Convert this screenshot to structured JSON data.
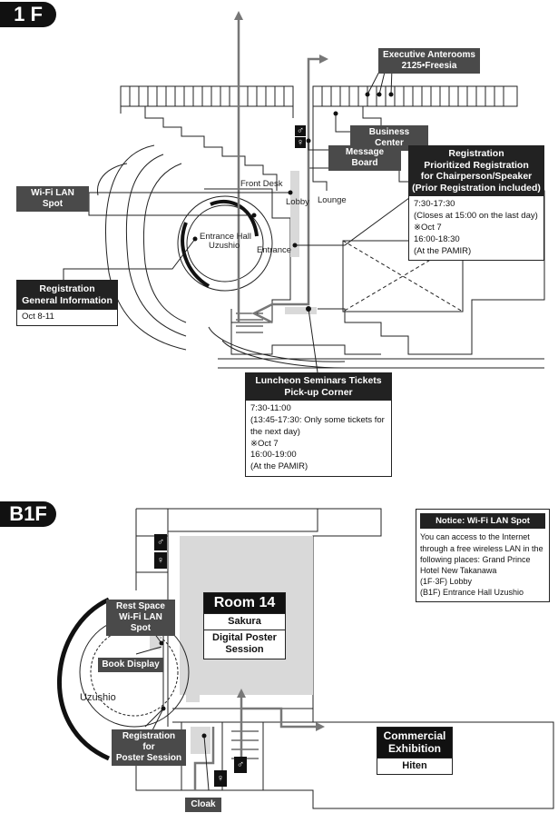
{
  "floor_1f": {
    "badge": "1 F",
    "labels": {
      "front_desk": "Front Desk",
      "lobby": "Lobby",
      "lounge": "Lounge",
      "entrance_hall": "Entrance Hall",
      "uzushio": "Uzushio",
      "entrance": "Entrance"
    },
    "executive_anterooms": "Executive Anterooms 2125•Freesia",
    "business_center": "Business Center",
    "message_board": "Message Board",
    "wifi_spot": "Wi-Fi LAN Spot",
    "registration_general": {
      "title_line1": "Registration",
      "title_line2": "General Information",
      "dates": "Oct 8-11"
    },
    "registration_prioritized": {
      "title_line1": "Registration",
      "title_line2": "Prioritized Registration",
      "title_line3": "for Chairperson/Speaker",
      "title_line4": "(Prior Registration included)",
      "lines": [
        "7:30-17:30",
        "(Closes at 15:00 on the last day)",
        "※Oct 7",
        "16:00-18:30",
        "(At the PAMIR)"
      ]
    },
    "luncheon": {
      "title_line1": "Luncheon Seminars Tickets",
      "title_line2": "Pick-up Corner",
      "lines": [
        "7:30-11:00",
        "(13:45-17:30: Only some tickets for",
        "the next day)",
        "※Oct 7",
        "16:00-19:00",
        "(At the PAMIR)"
      ]
    }
  },
  "floor_b1f": {
    "badge": "B1F",
    "rest_space": {
      "line1": "Rest Space",
      "line2": "Wi-Fi LAN Spot"
    },
    "book_display": "Book Display",
    "uzushio": "Uzushio",
    "registration_poster": {
      "line1": "Registration for",
      "line2": "Poster Session"
    },
    "cloak": "Cloak",
    "room14": {
      "title": "Room 14",
      "name": "Sakura",
      "use_line1": "Digital Poster",
      "use_line2": "Session"
    },
    "commercial": {
      "line1": "Commercial",
      "line2": "Exhibition",
      "name": "Hiten"
    },
    "notice": {
      "title": "Notice: Wi-Fi LAN Spot",
      "lines": [
        "You can access to the Internet",
        "through a free wireless LAN in the",
        "following places: Grand Prince",
        "Hotel New Takanawa",
        "(1F·3F) Lobby",
        "(B1F) Entrance Hall Uzushio"
      ]
    }
  },
  "icons": [
    "restroom-icon",
    "arrow-up-icon",
    "arrow-right-icon",
    "staircase-icon"
  ],
  "colors": {
    "label_dark": "#222222",
    "label_gray": "#4a4a4a",
    "room_highlight": "#d9d9d9",
    "route_arrow": "#777777"
  }
}
